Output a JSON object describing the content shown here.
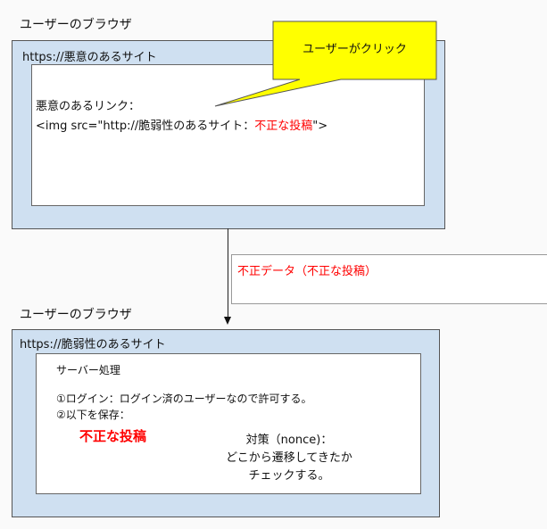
{
  "top": {
    "title": "ユーザーのブラウザ",
    "site": "https://悪意のあるサイト",
    "link_label": "悪意のあるリンク：",
    "img_prefix": "<img src=\"http://脆弱性のあるサイト：",
    "img_payload": "不正な投稿",
    "img_suffix": "\">",
    "callout": "ユーザーがクリック"
  },
  "transfer": {
    "label": "不正データ（不正な投稿）"
  },
  "bottom": {
    "title": "ユーザーのブラウザ",
    "site": "https://脆弱性のあるサイト",
    "server_label": "サーバー処理",
    "step1": "①ログイン：ログイン済のユーザーなので許可する。",
    "step2": "②以下を保存：",
    "payload": "不正な投稿",
    "callout_lines": [
      "対策（nonce)：",
      "どこから遷移してきたか",
      "チェックする。"
    ]
  },
  "colors": {
    "box": "#cfe0f1",
    "callout": "#ffff00",
    "danger": "#ff0000"
  }
}
